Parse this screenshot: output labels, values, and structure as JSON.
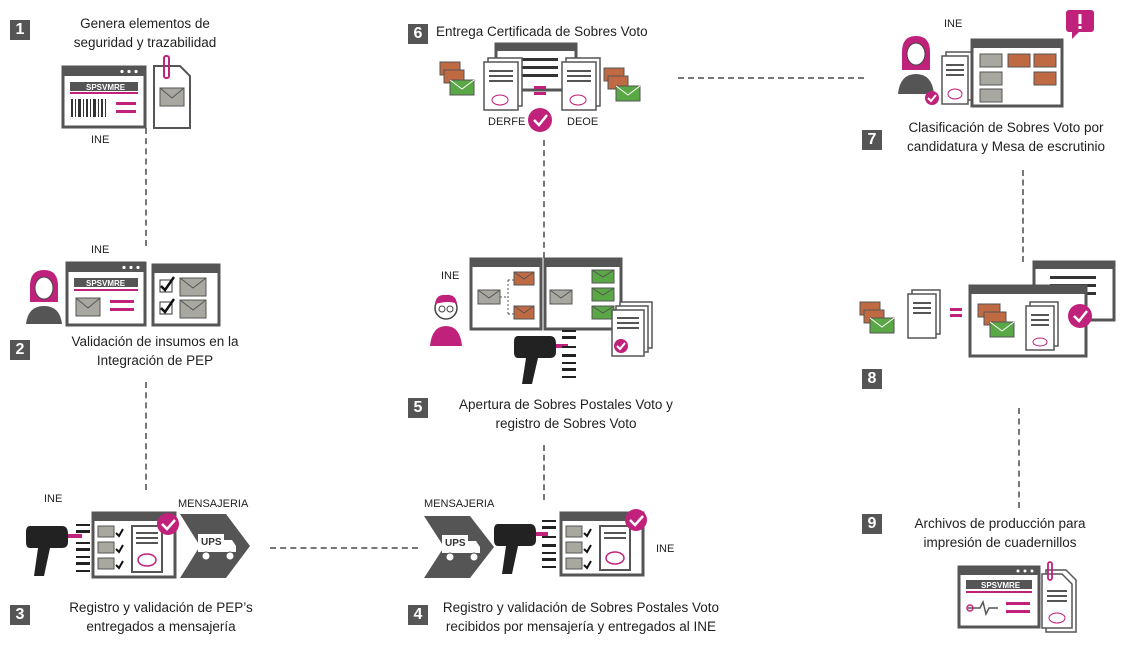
{
  "steps": [
    {
      "n": "1",
      "label": "Genera elementos de seguridad y trazabilidad"
    },
    {
      "n": "2",
      "label": "Validación de insumos en la Integración de PEP"
    },
    {
      "n": "3",
      "label": "Registro y validación de PEP’s entregados a mensajería"
    },
    {
      "n": "4",
      "label": "Registro y validación de Sobres Postales Voto recibidos por mensajería y entregados al INE"
    },
    {
      "n": "5",
      "label": "Apertura de Sobres Postales Voto y registro de Sobres Voto"
    },
    {
      "n": "6",
      "label": "Entrega Certificada de Sobres Voto"
    },
    {
      "n": "7",
      "label": "Clasificación de Sobres Voto por candidatura y Mesa de escrutinio"
    },
    {
      "n": "8",
      "label": ""
    },
    {
      "n": "9",
      "label": "Archivos de producción para impresión de cuadernillos"
    }
  ],
  "labels": {
    "ine": "INE",
    "mensajeria": "MENSAJERIA",
    "spsvmre": "SPSVMRE",
    "ups": "UPS",
    "derfe": "DERFE",
    "deoe": "DEOE"
  },
  "colors": {
    "accent": "#c0217a",
    "gray": "#555555",
    "envelope": "#a8a8a0",
    "green": "#5aa845",
    "orange": "#c06a44"
  }
}
